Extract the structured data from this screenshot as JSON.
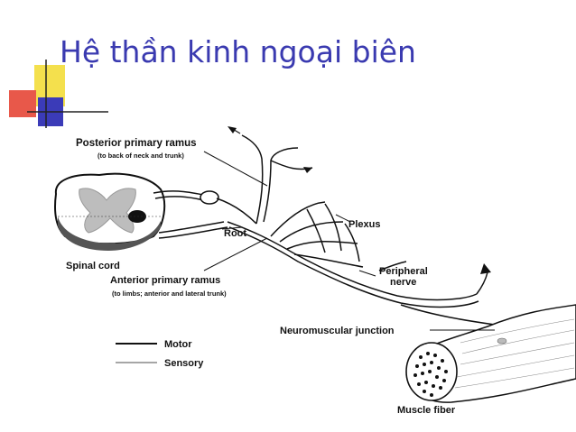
{
  "slide": {
    "title": "Hệ thần kinh ngoại biên",
    "title_color": "#3a3ab0",
    "logo": {
      "colors": [
        "#f4e04d",
        "#e8584a",
        "#3b3bb8"
      ]
    }
  },
  "diagram": {
    "labels": {
      "posterior_ramus": "Posterior primary ramus",
      "posterior_ramus_note": "(to back of neck and trunk)",
      "spinal_cord": "Spinal cord",
      "root": "Root",
      "plexus": "Plexus",
      "peripheral_nerve_line1": "Peripheral",
      "peripheral_nerve_line2": "nerve",
      "anterior_ramus": "Anterior primary ramus",
      "anterior_ramus_note": "(to limbs; anterior and lateral trunk)",
      "neuromuscular_junction": "Neuromuscular junction",
      "muscle_fiber": "Muscle fiber"
    },
    "legend": [
      {
        "label": "Motor",
        "style": "solid"
      },
      {
        "label": "Sensory",
        "style": "thin"
      }
    ]
  }
}
